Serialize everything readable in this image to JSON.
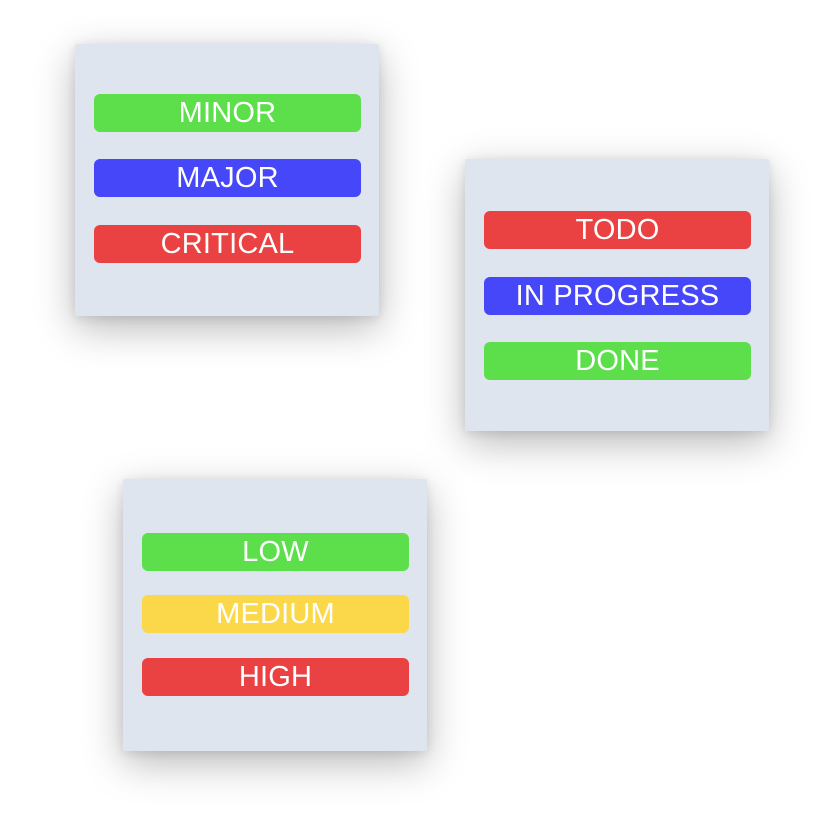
{
  "colors": {
    "green": "#5ddf4c",
    "blue": "#4747fa",
    "red": "#ea4242",
    "yellow": "#fbd84a",
    "card_background": "#dfe5ee"
  },
  "severity": {
    "tags": [
      {
        "label": "MINOR",
        "color": "#5ddf4c"
      },
      {
        "label": "MAJOR",
        "color": "#4747fa"
      },
      {
        "label": "CRITICAL",
        "color": "#ea4242"
      }
    ]
  },
  "status": {
    "tags": [
      {
        "label": "TODO",
        "color": "#ea4242"
      },
      {
        "label": "IN PROGRESS",
        "color": "#4747fa"
      },
      {
        "label": "DONE",
        "color": "#5ddf4c"
      }
    ]
  },
  "priority": {
    "tags": [
      {
        "label": "LOW",
        "color": "#5ddf4c"
      },
      {
        "label": "MEDIUM",
        "color": "#fbd84a"
      },
      {
        "label": "HIGH",
        "color": "#ea4242"
      }
    ]
  }
}
